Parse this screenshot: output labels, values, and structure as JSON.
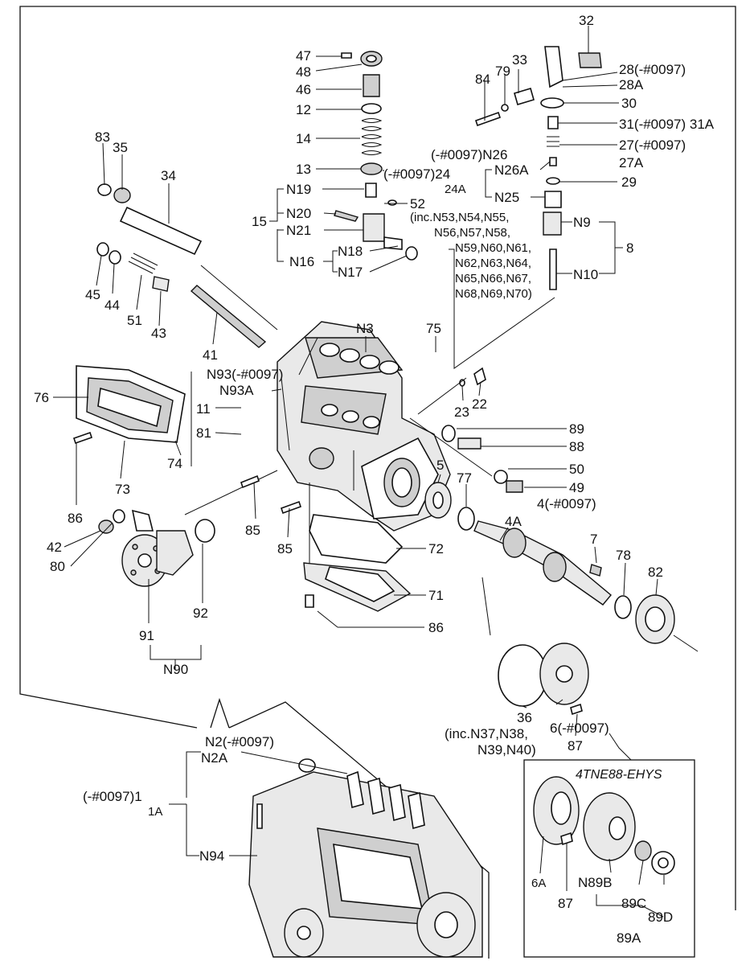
{
  "diagram": {
    "model_label": "4TNE88-EHYS",
    "callouts": [
      {
        "id": "p32",
        "text": "32"
      },
      {
        "id": "p28",
        "text": "28(-#0097)"
      },
      {
        "id": "p28a",
        "text": "28A"
      },
      {
        "id": "p30",
        "text": "30"
      },
      {
        "id": "p31",
        "text": "31(-#0097) 31A"
      },
      {
        "id": "p27",
        "text": "27(-#0097)"
      },
      {
        "id": "p27a",
        "text": "27A"
      },
      {
        "id": "p29",
        "text": "29"
      },
      {
        "id": "p84",
        "text": "84"
      },
      {
        "id": "p79",
        "text": "79"
      },
      {
        "id": "p33",
        "text": "33"
      },
      {
        "id": "p47",
        "text": "47"
      },
      {
        "id": "p48",
        "text": "48"
      },
      {
        "id": "p46",
        "text": "46"
      },
      {
        "id": "p12",
        "text": "12"
      },
      {
        "id": "p14",
        "text": "14"
      },
      {
        "id": "p13",
        "text": "13"
      },
      {
        "id": "p24",
        "text": "(-#0097)24"
      },
      {
        "id": "p52",
        "text": "52"
      },
      {
        "id": "n19",
        "text": "N19"
      },
      {
        "id": "n20",
        "text": "N20"
      },
      {
        "id": "n21",
        "text": "N21"
      },
      {
        "id": "p15",
        "text": "15"
      },
      {
        "id": "n16",
        "text": "N16"
      },
      {
        "id": "n18",
        "text": "N18"
      },
      {
        "id": "n17",
        "text": "N17"
      },
      {
        "id": "n26",
        "text": "(-#0097)N26"
      },
      {
        "id": "n26a",
        "text": "N26A"
      },
      {
        "id": "p24a",
        "text": "24A"
      },
      {
        "id": "n25",
        "text": "N25"
      },
      {
        "id": "n9",
        "text": "N9"
      },
      {
        "id": "p8",
        "text": "8"
      },
      {
        "id": "n10",
        "text": "N10"
      },
      {
        "id": "inc1",
        "text": "(inc.N53,N54,N55,"
      },
      {
        "id": "inc2",
        "text": "N56,N57,N58,"
      },
      {
        "id": "inc3",
        "text": "N59,N60,N61,"
      },
      {
        "id": "inc4",
        "text": "N62,N63,N64,"
      },
      {
        "id": "inc5",
        "text": "N65,N66,N67,"
      },
      {
        "id": "inc6",
        "text": "N68,N69,N70)"
      },
      {
        "id": "p83",
        "text": "83"
      },
      {
        "id": "p35",
        "text": "35"
      },
      {
        "id": "p34",
        "text": "34"
      },
      {
        "id": "p45",
        "text": "45"
      },
      {
        "id": "p44",
        "text": "44"
      },
      {
        "id": "p51",
        "text": "51"
      },
      {
        "id": "p43",
        "text": "43"
      },
      {
        "id": "p41",
        "text": "41"
      },
      {
        "id": "n3",
        "text": "N3"
      },
      {
        "id": "p75",
        "text": "75"
      },
      {
        "id": "n93",
        "text": "N93(-#0097)"
      },
      {
        "id": "n93a",
        "text": "N93A"
      },
      {
        "id": "p76",
        "text": "76"
      },
      {
        "id": "p11",
        "text": "11"
      },
      {
        "id": "p81",
        "text": "81"
      },
      {
        "id": "p23",
        "text": "23"
      },
      {
        "id": "p22",
        "text": "22"
      },
      {
        "id": "p89",
        "text": "89"
      },
      {
        "id": "p88",
        "text": "88"
      },
      {
        "id": "p50",
        "text": "50"
      },
      {
        "id": "p49",
        "text": "49"
      },
      {
        "id": "p4",
        "text": "4(-#0097)"
      },
      {
        "id": "p4a",
        "text": "4A"
      },
      {
        "id": "p5",
        "text": "5"
      },
      {
        "id": "p77",
        "text": "77"
      },
      {
        "id": "p74",
        "text": "74"
      },
      {
        "id": "p73",
        "text": "73"
      },
      {
        "id": "p86a",
        "text": "86"
      },
      {
        "id": "p42",
        "text": "42"
      },
      {
        "id": "p80",
        "text": "80"
      },
      {
        "id": "p85a",
        "text": "85"
      },
      {
        "id": "p85b",
        "text": "85"
      },
      {
        "id": "p72",
        "text": "72"
      },
      {
        "id": "p71",
        "text": "71"
      },
      {
        "id": "p86b",
        "text": "86"
      },
      {
        "id": "p91",
        "text": "91"
      },
      {
        "id": "p92",
        "text": "92"
      },
      {
        "id": "n90",
        "text": "N90"
      },
      {
        "id": "p7",
        "text": "7"
      },
      {
        "id": "p78",
        "text": "78"
      },
      {
        "id": "p82",
        "text": "82"
      },
      {
        "id": "p36",
        "text": "36"
      },
      {
        "id": "p6",
        "text": "6(-#0097)"
      },
      {
        "id": "p87a",
        "text": "87"
      },
      {
        "id": "inc36a",
        "text": "(inc.N37,N38,"
      },
      {
        "id": "inc36b",
        "text": "N39,N40)"
      },
      {
        "id": "n2",
        "text": "N2(-#0097)"
      },
      {
        "id": "n2a",
        "text": "N2A"
      },
      {
        "id": "p1",
        "text": "(-#0097)1"
      },
      {
        "id": "p1a",
        "text": "1A"
      },
      {
        "id": "n94",
        "text": "N94"
      },
      {
        "id": "p6a",
        "text": "6A"
      },
      {
        "id": "p87b",
        "text": "87"
      },
      {
        "id": "n89b",
        "text": "N89B"
      },
      {
        "id": "p89c",
        "text": "89C"
      },
      {
        "id": "p89d",
        "text": "89D"
      },
      {
        "id": "p89a",
        "text": "89A"
      }
    ]
  }
}
